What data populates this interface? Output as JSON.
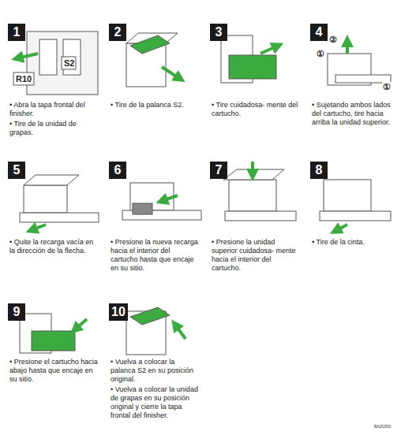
{
  "diagram": {
    "nodes": [
      {
        "text": [
          "1"
        ]
      },
      {
        "text": [
          "2"
        ]
      },
      {
        "text": [
          "3"
        ]
      },
      {
        "text": [
          "4"
        ]
      },
      {
        "text": [
          "5"
        ]
      },
      {
        "text": [
          "6"
        ]
      },
      {
        "text": [
          "7"
        ]
      },
      {
        "text": [
          "8"
        ]
      },
      {
        "text": [
          "9"
        ]
      },
      {
        "text": [
          "10"
        ]
      }
    ],
    "labels": [
      "R10",
      "S2",
      "①",
      "②",
      "①",
      "• Abra la tapa frontal del finisher.",
      "• Tire de la unidad de grapas.",
      "• Tire de la palanca S2.",
      "• Tire cuidadosa- mente del cartucho.",
      "• Sujetando ambos lados del cartucho, tire hacia arriba la unidad superior.",
      "• Quite la recarga vacía en la dirección de la flecha.",
      "• Presione la nueva recarga hacia el interior del cartucho hasta que encaje en su sitio.",
      "• Presione la unidad superior cuidadosa- mente hacia el interior del cartucho.",
      "• Tire de la cinta.",
      "• Presione el cartucho hacia abajo hasta que encaje en su sitio.",
      "• Vuelva a colocar la palanca S2 en su posición original.",
      "• Vuelva a colocar la unidad de grapas en su posición original y cierre la tapa frontal del finisher.",
      "BAZ035S"
    ]
  }
}
